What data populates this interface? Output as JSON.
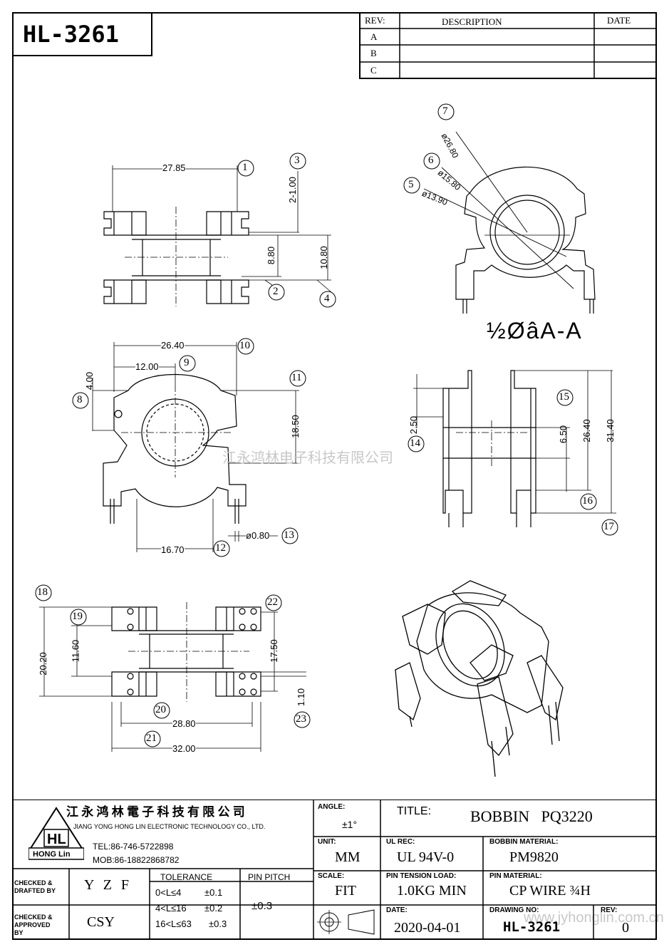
{
  "part_number": "HL-3261",
  "revision_table": {
    "headers": {
      "rev": "REV:",
      "description": "DESCRIPTION",
      "date": "DATE"
    },
    "rows": [
      {
        "rev": "A",
        "description": "",
        "date": ""
      },
      {
        "rev": "B",
        "description": "",
        "date": ""
      },
      {
        "rev": "C",
        "description": "",
        "date": ""
      }
    ]
  },
  "views": {
    "front": {
      "width": "27.85",
      "slot_top": "2-1.00",
      "winding": "8.80",
      "overall": "10.80",
      "balloons": [
        "1",
        "2",
        "3",
        "4"
      ]
    },
    "section": {
      "d1": "ø26.80",
      "d2": "ø15.80",
      "d3": "ø13.90",
      "label": "½ØâA-A",
      "balloons": [
        "5",
        "6",
        "7"
      ]
    },
    "top": {
      "width": "26.40",
      "offset": "12.00",
      "notch": "4.00",
      "height": "18.50",
      "pin_span": "16.70",
      "pin_dia": "ø0.80",
      "balloons": [
        "8",
        "9",
        "10",
        "11",
        "12",
        "13"
      ]
    },
    "side": {
      "d1": "2.50",
      "d2": "6.50",
      "d3": "26.40",
      "d4": "31.40",
      "balloons": [
        "14",
        "15",
        "16",
        "17"
      ]
    },
    "bottom": {
      "h1": "20.20",
      "h2": "11.60",
      "h3": "17.50",
      "h4": "1.10",
      "w1": "28.80",
      "w2": "32.00",
      "balloons": [
        "18",
        "19",
        "20",
        "21",
        "22",
        "23"
      ]
    }
  },
  "watermark": "江永鸿林电子科技有限公司",
  "watermark_url": "www.jyhonglin.com.cn",
  "title_block": {
    "company_cn": "江 永 鸿 林 電 子 科 技 有 限 公 司",
    "company_en": "JIANG YONG HONG LIN ELECTRONIC TECHNOLOGY CO., LTD.",
    "logo_text": "HL",
    "logo_sub": "HONG Lin",
    "tel": "TEL:86-746-5722898",
    "mob": "MOB:86-18822868782",
    "angle_label": "ANGLE:",
    "angle_value": "±1°",
    "title_label": "TITLE:",
    "title_value": "BOBBIN   PQ3220",
    "unit_label": "UNIT:",
    "unit_value": "MM",
    "ul_label": "UL REC:",
    "ul_value": "UL 94V-0",
    "bobbin_mat_label": "BOBBIN MATERIAL:",
    "bobbin_mat_value": "PM9820",
    "checked_drafted_label": "CHECKED & DRAFTED BY",
    "checked_drafted_value": "Y Z F",
    "tolerance_label": "TOLERANCE",
    "tolerance_rows": [
      {
        "range": "0<L≤4",
        "tol": "±0.1"
      },
      {
        "range": "4<L≤16",
        "tol": "±0.2"
      },
      {
        "range": "16<L≤63",
        "tol": "±0.3"
      }
    ],
    "pin_pitch_label": "PIN PITCH",
    "pin_pitch_value": "±0.3",
    "scale_label": "SCALE:",
    "scale_value": "FIT",
    "pin_tension_label": "PIN TENSION LOAD:",
    "pin_tension_value": "1.0KG MIN",
    "pin_mat_label": "PIN MATERIAL:",
    "pin_mat_value": "CP WIRE ¾H",
    "checked_approved_label": "CHECKED & APPROVED BY",
    "checked_approved_value": "CSY",
    "date_label": "DATE:",
    "date_value": "2020-04-01",
    "drawing_no_label": "DRAWING NO:",
    "drawing_no_value": "HL-3261",
    "rev_label": "REV:",
    "rev_value": "0"
  }
}
